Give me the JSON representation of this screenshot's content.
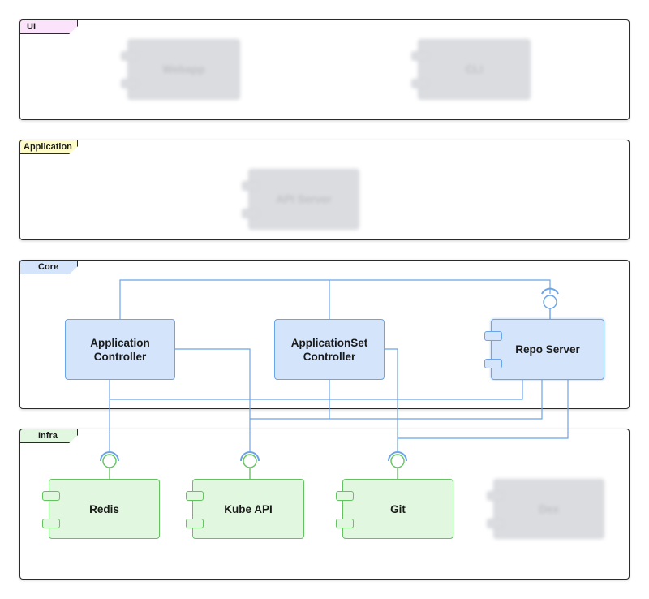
{
  "colors": {
    "line": "#6aa4ea",
    "ui_tab": "#fbe4fb",
    "application_tab": "#fdfbc8",
    "core_tab": "#d3e4fb",
    "infra_tab": "#e1f7df",
    "core_component": "#d3e4fb",
    "infra_component": "#e1f7df",
    "inactive_component": "#dadce0"
  },
  "layers": {
    "ui": {
      "label": "UI"
    },
    "application": {
      "label": "Application"
    },
    "core": {
      "label": "Core"
    },
    "infra": {
      "label": "Infra"
    }
  },
  "components": {
    "webapp": {
      "label": "Webapp",
      "state": "inactive"
    },
    "cli": {
      "label": "CLI",
      "state": "inactive"
    },
    "api_server": {
      "label": "API Server",
      "state": "inactive"
    },
    "application_controller": {
      "label_line1": "Application",
      "label_line2": "Controller",
      "state": "active"
    },
    "applicationset_controller": {
      "label_line1": "ApplicationSet",
      "label_line2": "Controller",
      "state": "active"
    },
    "repo_server": {
      "label": "Repo Server",
      "state": "active"
    },
    "redis": {
      "label": "Redis",
      "state": "active"
    },
    "kube_api": {
      "label": "Kube API",
      "state": "active"
    },
    "git": {
      "label": "Git",
      "state": "active"
    },
    "dex": {
      "label": "Dex",
      "state": "inactive"
    }
  }
}
